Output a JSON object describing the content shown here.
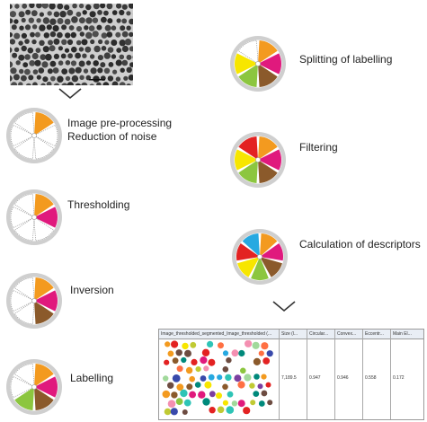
{
  "steps": {
    "preprocessing": {
      "line1": "Image pre-processing",
      "line2": "Reduction of noise"
    },
    "thresholding": "Thresholding",
    "inversion": "Inversion",
    "labelling": "Labelling",
    "splitting": "Splitting of labelling",
    "filtering": "Filtering",
    "descriptors": "Calculation of descriptors"
  },
  "wheel_colors": {
    "orange": "#f39a1f",
    "magenta": "#e0197d",
    "brown": "#8b5a2b",
    "green": "#8cc63f",
    "yellow": "#f7e600",
    "red": "#e32222",
    "blue": "#27a9e1",
    "rim": "#cfcfcf",
    "empty": "#ffffff"
  },
  "wheels": {
    "preprocessing": [
      "orange",
      "empty",
      "empty",
      "empty",
      "empty",
      "empty"
    ],
    "thresholding": [
      "orange",
      "magenta",
      "empty",
      "empty",
      "empty",
      "empty"
    ],
    "inversion": [
      "orange",
      "magenta",
      "brown",
      "empty",
      "empty",
      "empty"
    ],
    "labelling": [
      "orange",
      "magenta",
      "brown",
      "green",
      "empty",
      "empty"
    ],
    "splitting": [
      "orange",
      "magenta",
      "brown",
      "green",
      "yellow",
      "empty"
    ],
    "filtering": [
      "orange",
      "magenta",
      "brown",
      "green",
      "yellow",
      "red"
    ],
    "descriptors": [
      "orange",
      "magenta",
      "brown",
      "green",
      "yellow",
      "red",
      "blue"
    ]
  },
  "table": {
    "headers": [
      "Image_thresholded_segmented_Image_thresholded (...",
      "Size (l...",
      "Circular...",
      "Convex...",
      "Eccentr...",
      "Main El..."
    ],
    "values": [
      "7,189.5",
      "0.947",
      "0.946",
      "0.558",
      "0.172"
    ]
  }
}
